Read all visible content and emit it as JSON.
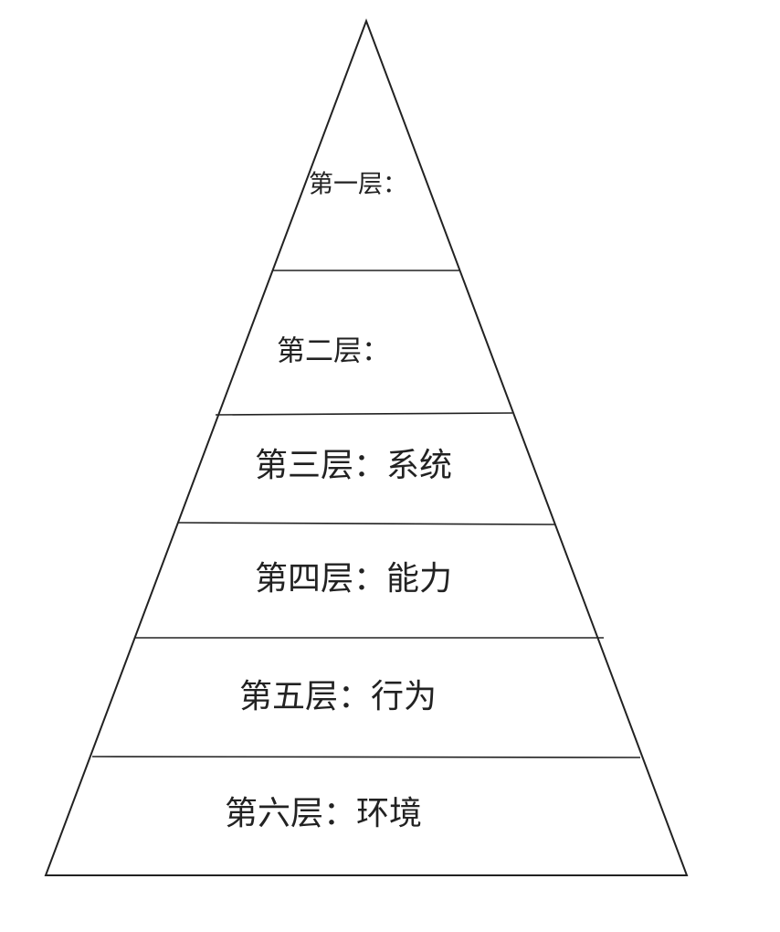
{
  "diagram": {
    "layers": [
      {
        "label": "第一层："
      },
      {
        "label": "第二层："
      },
      {
        "label": "第三层：系统"
      },
      {
        "label": "第四层：能力"
      },
      {
        "label": "第五层：行为"
      },
      {
        "label": "第六层：环境"
      }
    ]
  }
}
